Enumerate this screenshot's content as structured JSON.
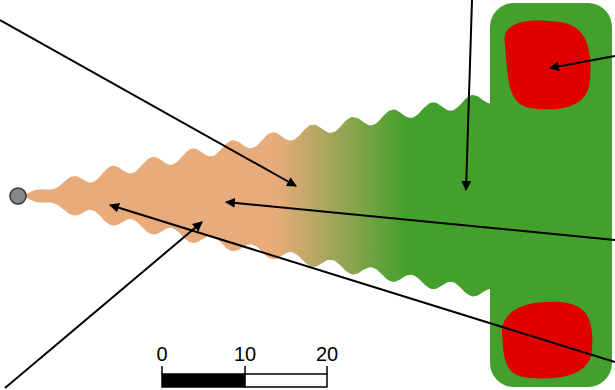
{
  "diagram": {
    "labels": [
      "0",
      "10",
      "20"
    ]
  }
}
